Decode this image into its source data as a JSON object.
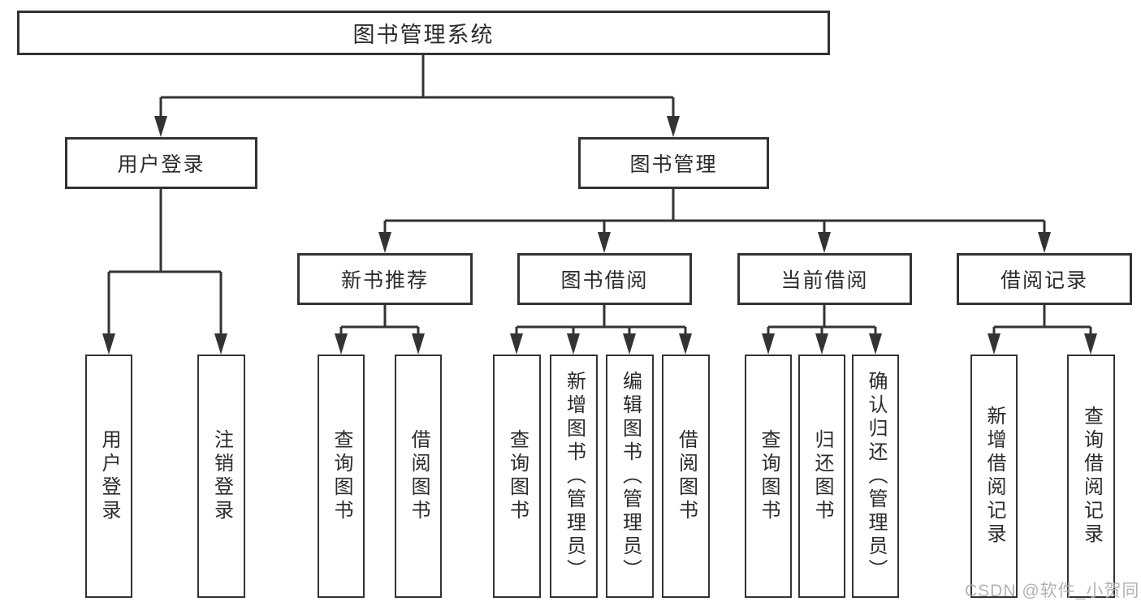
{
  "diagram": {
    "root": {
      "label": "图书管理系统"
    },
    "level2": {
      "user_login": {
        "label": "用户登录"
      },
      "book_mgmt": {
        "label": "图书管理"
      }
    },
    "level3": {
      "new_book": {
        "label": "新书推荐"
      },
      "book_borrow": {
        "label": "图书借阅"
      },
      "current_borrow": {
        "label": "当前借阅"
      },
      "borrow_record": {
        "label": "借阅记录"
      }
    },
    "leaves": {
      "user_login": [
        "用户登录",
        "注销登录"
      ],
      "new_book": [
        "查询图书",
        "借阅图书"
      ],
      "book_borrow": [
        "查询图书",
        "新增图书（管理员）",
        "编辑图书（管理员）",
        "借阅图书"
      ],
      "current_borrow": [
        "查询图书",
        "归还图书",
        "确认归还（管理员）"
      ],
      "borrow_record": [
        "新增借阅记录",
        "查询借阅记录"
      ]
    }
  },
  "watermark": "CSDN @软件_小贺同学",
  "colors": {
    "line": "#333333",
    "text": "#2b2b2b",
    "background": "#ffffff",
    "watermark": "#acacac"
  }
}
